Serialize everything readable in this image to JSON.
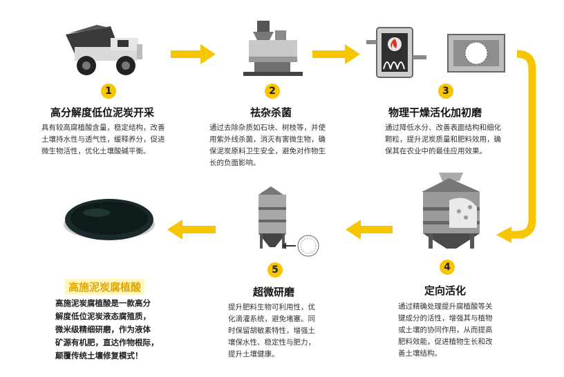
{
  "colors": {
    "accent": "#f7c600",
    "dark": "#2b2b2b",
    "grey": "#8c8c8c",
    "final": "#e0a800"
  },
  "steps": [
    {
      "number": "1",
      "title": "高分解度低位泥炭开采",
      "icon": "mining-truck-icon",
      "lines": [
        "具有较高腐植酸含量，稳定结构，改善",
        "土壤持水性与透气性，缓释养分，促进",
        "微生物活性，优化土壤酸碱平衡。"
      ]
    },
    {
      "number": "2",
      "title": "祛杂杀菌",
      "icon": "sterilizer-machine-icon",
      "lines": [
        "通过去除杂质如石块、树枝等，并使",
        "用紫外线杀菌，消灭有害微生物，确",
        "保泥炭原料卫生安全，避免对作物生",
        "长的负面影响。"
      ]
    },
    {
      "number": "3",
      "title": "物理干燥活化加初磨",
      "icon": "dryer-grinder-icon",
      "lines": [
        "通过降低水分、改善表面结构和细化",
        "颗粒，提升泥炭质量和肥料效用，确",
        "保其在农业中的最佳应用效果。"
      ]
    },
    {
      "number": "4",
      "title": "定向活化",
      "icon": "activation-tank-icon",
      "lines": [
        "通过精确处理提升腐植酸等关",
        "键成分的活性，增强其与植物",
        "或土壤的协同作用，从而提高",
        "肥料效能，促进植物生长和改",
        "善土壤结构。"
      ]
    },
    {
      "number": "5",
      "title": "超微研磨",
      "icon": "ultrafine-mill-icon",
      "lines": [
        "提升肥料生物可利用性，优",
        "化滴灌系统，避免堵塞。同",
        "时保留胡敏素特性，增强土",
        "壤保水性、稳定性与肥力，",
        "提升土壤健康。"
      ]
    }
  ],
  "final": {
    "title": "高施泥炭腐植酸",
    "icon": "humic-acid-dish-icon",
    "lines": [
      "高施泥炭腐植酸是一款高分",
      "解度低位泥炭液态腐殖质，",
      "微米级精细研磨，作为液体",
      "矿源有机肥，直达作物根际，",
      "颠覆传统土壤修复模式！"
    ]
  }
}
